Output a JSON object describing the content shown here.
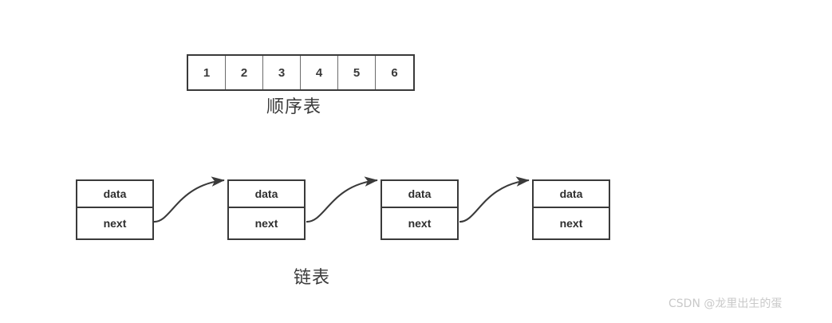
{
  "figure": {
    "background_color": "#ffffff",
    "stroke_color": "#3a3a3a",
    "text_color": "#2e2e2e"
  },
  "array_section": {
    "caption": "顺序表",
    "cells": [
      "1",
      "2",
      "3",
      "4",
      "5",
      "6"
    ]
  },
  "linked_list_section": {
    "caption": "链表",
    "nodes": [
      {
        "data_label": "data",
        "next_label": "next"
      },
      {
        "data_label": "data",
        "next_label": "next"
      },
      {
        "data_label": "data",
        "next_label": "next"
      },
      {
        "data_label": "data",
        "next_label": "next"
      }
    ],
    "arrows": [
      {
        "from": "node-1-next",
        "to": "node-2-top"
      },
      {
        "from": "node-2-next",
        "to": "node-3-top"
      },
      {
        "from": "node-3-next",
        "to": "node-4-top"
      }
    ]
  },
  "watermark": {
    "text": "CSDN @龙里出生的蛋",
    "color": "#c9c9c9"
  }
}
